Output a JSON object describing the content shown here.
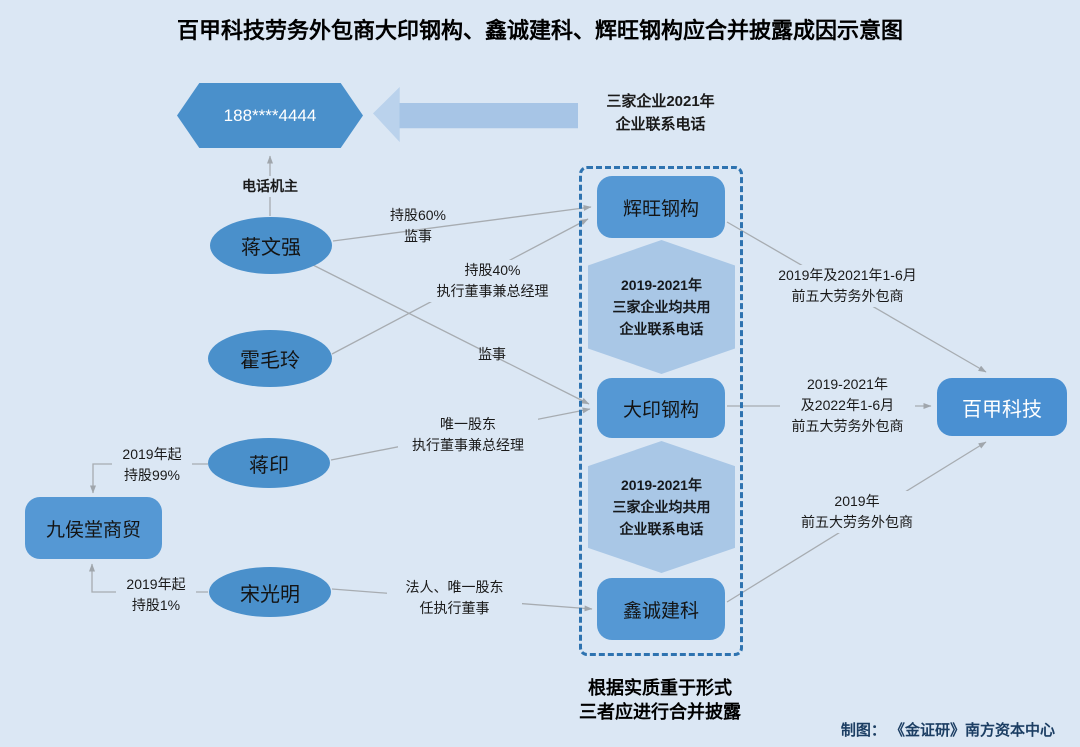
{
  "title": "百甲科技劳务外包商大印钢构、鑫诚建科、辉旺钢构应合并披露成因示意图",
  "phone": {
    "number": "188****4444",
    "owner_label": "电话机主",
    "note": "三家企业2021年\n企业联系电话"
  },
  "persons": {
    "jiang_wenqiang": "蒋文强",
    "huo_maoling": "霍毛玲",
    "jiang_yin": "蒋印",
    "song_guangming": "宋光明"
  },
  "companies": {
    "huiwang": "辉旺钢构",
    "dayin": "大印钢构",
    "xincheng": "鑫诚建科",
    "jiuhoutang": "九侯堂商贸",
    "baijia": "百甲科技"
  },
  "callouts": {
    "shared_phone_1": "2019-2021年\n三家企业均共用\n企业联系电话",
    "shared_phone_2": "2019-2021年\n三家企业均共用\n企业联系电话"
  },
  "edge_labels": {
    "jwq_huiwang": "持股60%\n监事",
    "hml_huiwang": "持股40%\n执行董事兼总经理",
    "jwq_dayin": "监事",
    "jy_dayin": "唯一股东\n执行董事兼总经理",
    "sgm_xincheng": "法人、唯一股东\n任执行董事",
    "jy_jiuhoutang": "2019年起\n持股99%",
    "sgm_jiuhoutang": "2019年起\n持股1%",
    "huiwang_baijia": "2019年及2021年1-6月\n前五大劳务外包商",
    "dayin_baijia": "2019-2021年\n及2022年1-6月\n前五大劳务外包商",
    "xincheng_baijia": "2019年\n前五大劳务外包商"
  },
  "conclusion": "根据实质重于形式\n三者应进行合并披露",
  "credit": "制图： 《金证研》南方资本中心",
  "colors": {
    "background": "#dbe7f4",
    "ellipse_blue": "#4a90cb",
    "box_blue": "#5598d4",
    "light_blue": "#a9c7e6",
    "dashed_border": "#2e73b0",
    "connector_gray": "#a7acb1",
    "credit_navy": "#1c3e63"
  }
}
